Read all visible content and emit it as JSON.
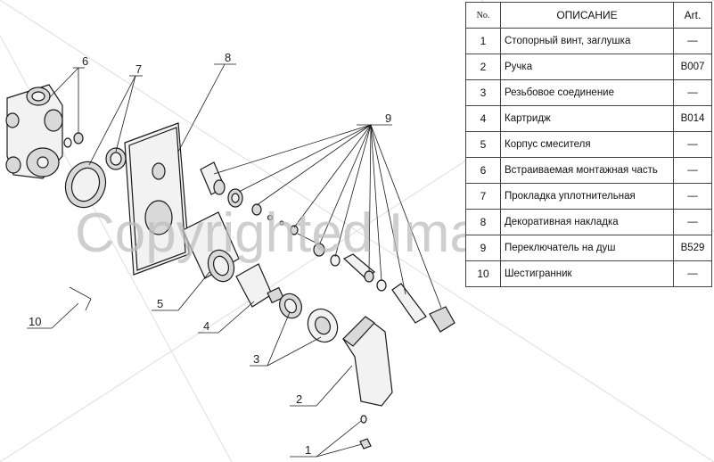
{
  "table": {
    "headers": {
      "no": "No.",
      "description": "ОПИСАНИЕ",
      "art": "Art."
    },
    "rows": [
      {
        "no": "1",
        "description": "Стопорный винт, заглушка",
        "art": "—"
      },
      {
        "no": "2",
        "description": "Ручка",
        "art": "B007"
      },
      {
        "no": "3",
        "description": "Резьбовое соединение",
        "art": "—"
      },
      {
        "no": "4",
        "description": "Картридж",
        "art": "B014"
      },
      {
        "no": "5",
        "description": "Корпус смесителя",
        "art": "—"
      },
      {
        "no": "6",
        "description": "Встраиваемая монтажная часть",
        "art": "—"
      },
      {
        "no": "7",
        "description": "Прокладка уплотнительная",
        "art": "—"
      },
      {
        "no": "8",
        "description": "Декоративная накладка",
        "art": "—"
      },
      {
        "no": "9",
        "description": "Переключатель на душ",
        "art": "B529"
      },
      {
        "no": "10",
        "description": "Шестигранник",
        "art": "—"
      }
    ]
  },
  "callouts": {
    "c1": "1",
    "c2": "2",
    "c3": "3",
    "c4": "4",
    "c5": "5",
    "c6": "6",
    "c7": "7",
    "c8": "8",
    "c9": "9",
    "c10": "10"
  },
  "watermark": {
    "text": "Copyrighted Image",
    "color": "#bdbdbd"
  }
}
